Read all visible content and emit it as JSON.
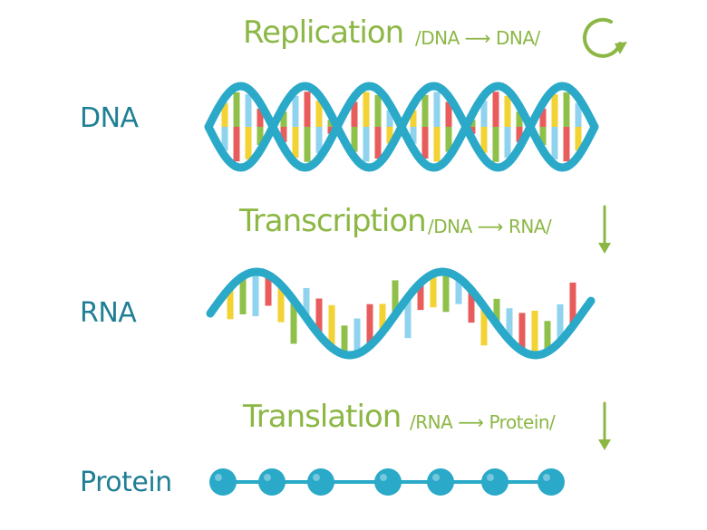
{
  "labels": {
    "dna": "DNA",
    "rna": "RNA",
    "protein": "Protein"
  },
  "steps": [
    {
      "title": "Replication",
      "from": "/DNA",
      "to": "DNA/",
      "icon": "cycle-arrow-icon"
    },
    {
      "title": "Transcription",
      "from": "/DNA",
      "to": "RNA/",
      "icon": "down-arrow-icon"
    },
    {
      "title": "Translation",
      "from": "/RNA",
      "to": "Protein/",
      "icon": "down-arrow-icon"
    }
  ],
  "colors": {
    "strand": "#2aa9c9",
    "label": "#1f7f95",
    "accent": "#8cb745",
    "base_red": "#e85c5c",
    "base_yellow": "#f3d233",
    "base_green": "#8fc04a",
    "base_blue": "#8fd3ef",
    "bead": "#2aa9c9"
  }
}
